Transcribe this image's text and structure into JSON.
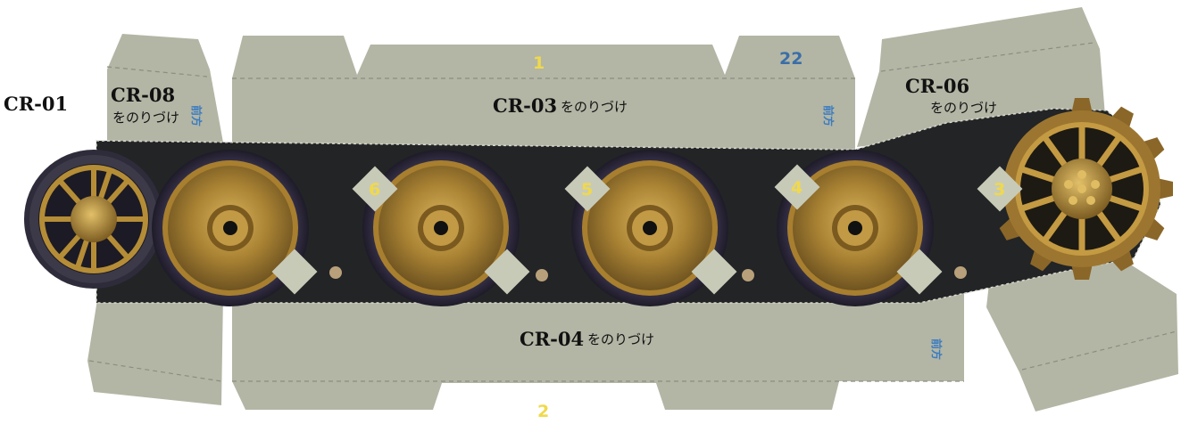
{
  "labels": {
    "cr01": "CR-01",
    "cr08": "CR-08",
    "cr08_sub": "をのりづけ",
    "cr03": "CR-03",
    "cr03_sub": "をのりづけ",
    "cr06": "CR-06",
    "cr06_sub": "をのりづけ",
    "cr04": "CR-04",
    "cr04_sub": "をのりづけ"
  },
  "tab_numbers": {
    "top": "1",
    "bottom": "2",
    "top_right": "22",
    "wheel_markers": [
      "6",
      "5",
      "4",
      "3"
    ]
  },
  "front_mark": "前方",
  "colors": {
    "panel": "#b3b6a5",
    "panel_edge": "#9a9d8c",
    "track": "#222426",
    "gold": "#b58d37",
    "tire": "#3a3548",
    "marker_fill": "#c8cab8",
    "number_yellow": "#f0d94a",
    "number_blue": "#3a6ea8"
  },
  "icons": [
    "road-wheel-icon",
    "sprocket-icon",
    "idler-wheel-icon",
    "glue-tab-icon"
  ]
}
